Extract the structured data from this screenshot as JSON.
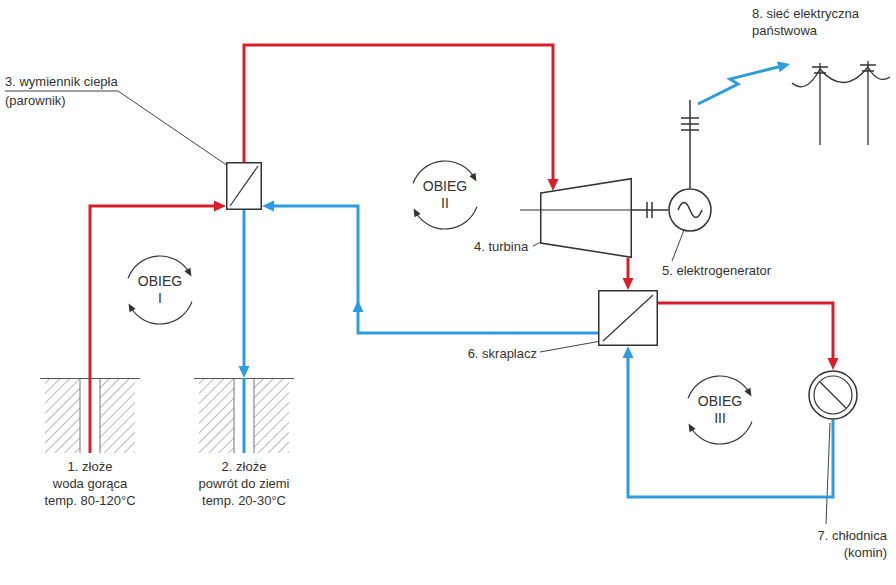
{
  "diagram": {
    "nodes": [
      {
        "text": [
          "1. złoże",
          "woda gorąca temp. 80-120°C"
        ]
      },
      {
        "text": [
          "2. złoże",
          "powrót do ziemi temp. 20-30°C"
        ]
      },
      {
        "text": [
          "3. wymiennik ciepła (parownik)"
        ]
      },
      {
        "text": [
          "4. turbina"
        ]
      },
      {
        "text": [
          "5. elektrogenerator"
        ]
      },
      {
        "text": [
          "6. skraplacz"
        ]
      },
      {
        "text": [
          "7. chłodnica (komin)"
        ]
      },
      {
        "text": [
          "8. sieć elektryczna państwowa"
        ]
      }
    ],
    "edges": [
      {
        "from": 0,
        "to": 2,
        "arrow": "to"
      },
      {
        "from": 2,
        "to": 1,
        "arrow": "to"
      },
      {
        "from": 2,
        "to": 3,
        "arrow": "to"
      },
      {
        "from": 3,
        "to": 5,
        "arrow": "to"
      },
      {
        "from": 5,
        "to": 2,
        "arrow": "to"
      },
      {
        "from": 5,
        "to": 6,
        "arrow": "to"
      },
      {
        "from": 6,
        "to": 5,
        "arrow": "to"
      },
      {
        "from": 3,
        "to": 4,
        "arrow": "none"
      },
      {
        "from": 4,
        "to": 7,
        "arrow": "to"
      }
    ],
    "labels": [
      "OBIEG I",
      "OBIEG II",
      "OBIEG III"
    ]
  }
}
